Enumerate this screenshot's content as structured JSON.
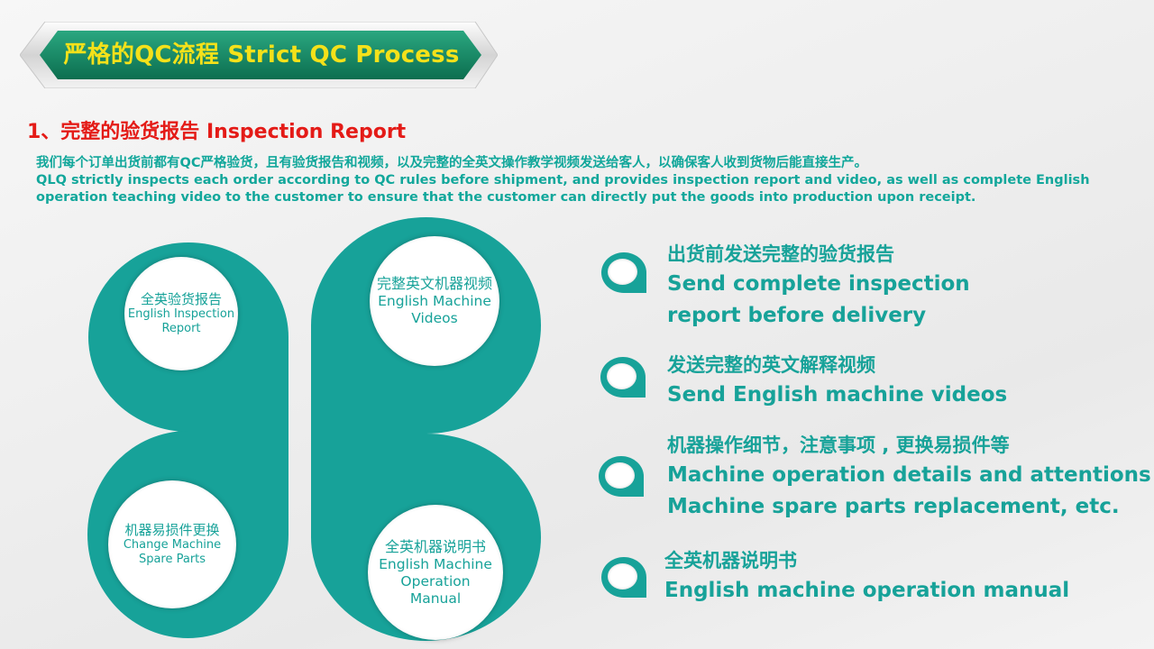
{
  "header": {
    "title": "严格的QC流程 Strict QC Process"
  },
  "section": {
    "title": "1、完整的验货报告 Inspection Report",
    "intro_zh": "我们每个订单出货前都有QC严格验货，且有验货报告和视频，以及完整的全英文操作教学视频发送给客人，以确保客人收到货物后能直接生产。",
    "intro_en_line1": "QLQ strictly inspects each order according to QC rules before shipment, and provides inspection report and video, as well as complete English",
    "intro_en_line2": "operation teaching video to the customer to ensure that the customer can directly put the goods into production upon receipt."
  },
  "petals": {
    "top_left": {
      "zh": "全英验货报告",
      "en1": "English Inspection",
      "en2": "Report"
    },
    "top_right": {
      "zh": "完整英文机器视频",
      "en1": "English Machine",
      "en2": "Videos"
    },
    "bottom_left": {
      "zh": "机器易损件更换",
      "en1": "Change Machine",
      "en2": "Spare Parts"
    },
    "bottom_right": {
      "zh": "全英机器说明书",
      "en1": "English Machine",
      "en2": "Operation",
      "en3": "Manual"
    }
  },
  "bullets": [
    {
      "zh": "出货前发送完整的验货报告",
      "en1": "Send complete inspection",
      "en2": "report before delivery"
    },
    {
      "zh": "发送完整的英文解释视频",
      "en1": "Send English machine videos"
    },
    {
      "zh": "机器操作细节，注意事项 , 更换易损件等",
      "en1": "Machine operation details and attentions",
      "en2": "Machine spare parts replacement, etc."
    },
    {
      "zh": "全英机器说明书",
      "en1": "English machine operation manual"
    }
  ],
  "colors": {
    "teal": "#17a299",
    "title_yellow": "#f4e11a",
    "section_red": "#e41b17"
  }
}
